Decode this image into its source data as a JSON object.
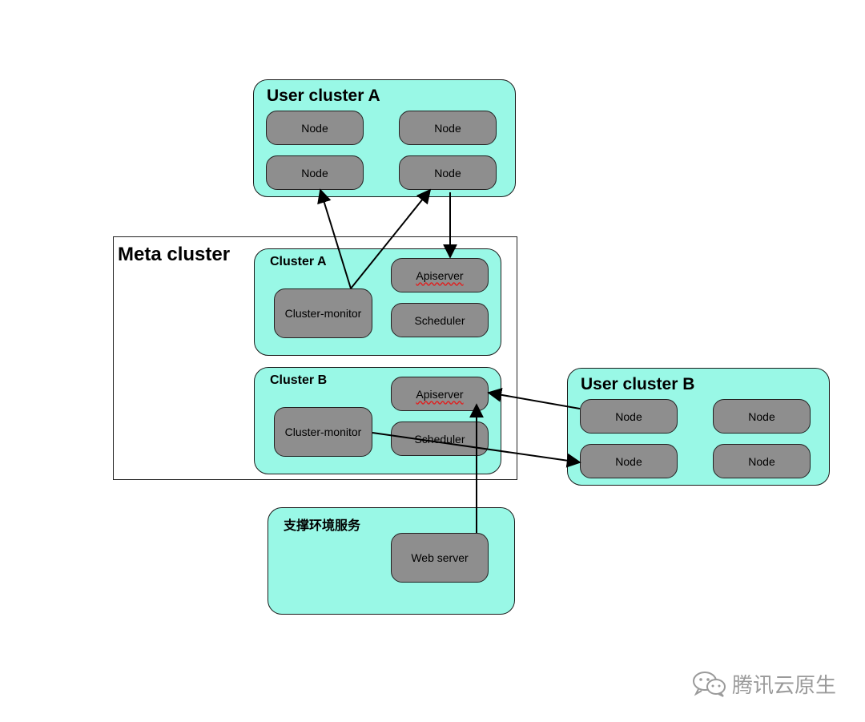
{
  "user_cluster_a": {
    "title": "User cluster A",
    "nodes": [
      "Node",
      "Node",
      "Node",
      "Node"
    ]
  },
  "meta_cluster": {
    "title": "Meta cluster",
    "cluster_a": {
      "title": "Cluster A",
      "monitor": "Cluster-monitor",
      "apiserver": "Apiserver",
      "scheduler": "Scheduler"
    },
    "cluster_b": {
      "title": "Cluster B",
      "monitor": "Cluster-monitor",
      "apiserver": "Apiserver",
      "scheduler": "Scheduler"
    }
  },
  "user_cluster_b": {
    "title": "User cluster B",
    "nodes": [
      "Node",
      "Node",
      "Node",
      "Node"
    ]
  },
  "support_services": {
    "title": "支撑环境服务",
    "web_server": "Web server"
  },
  "watermark": {
    "text": "腾讯云原生",
    "icon": "wechat-icon"
  },
  "colors": {
    "cluster_fill": "#99f8e6",
    "node_fill": "#8e8e8e",
    "arrow": "#000000"
  }
}
